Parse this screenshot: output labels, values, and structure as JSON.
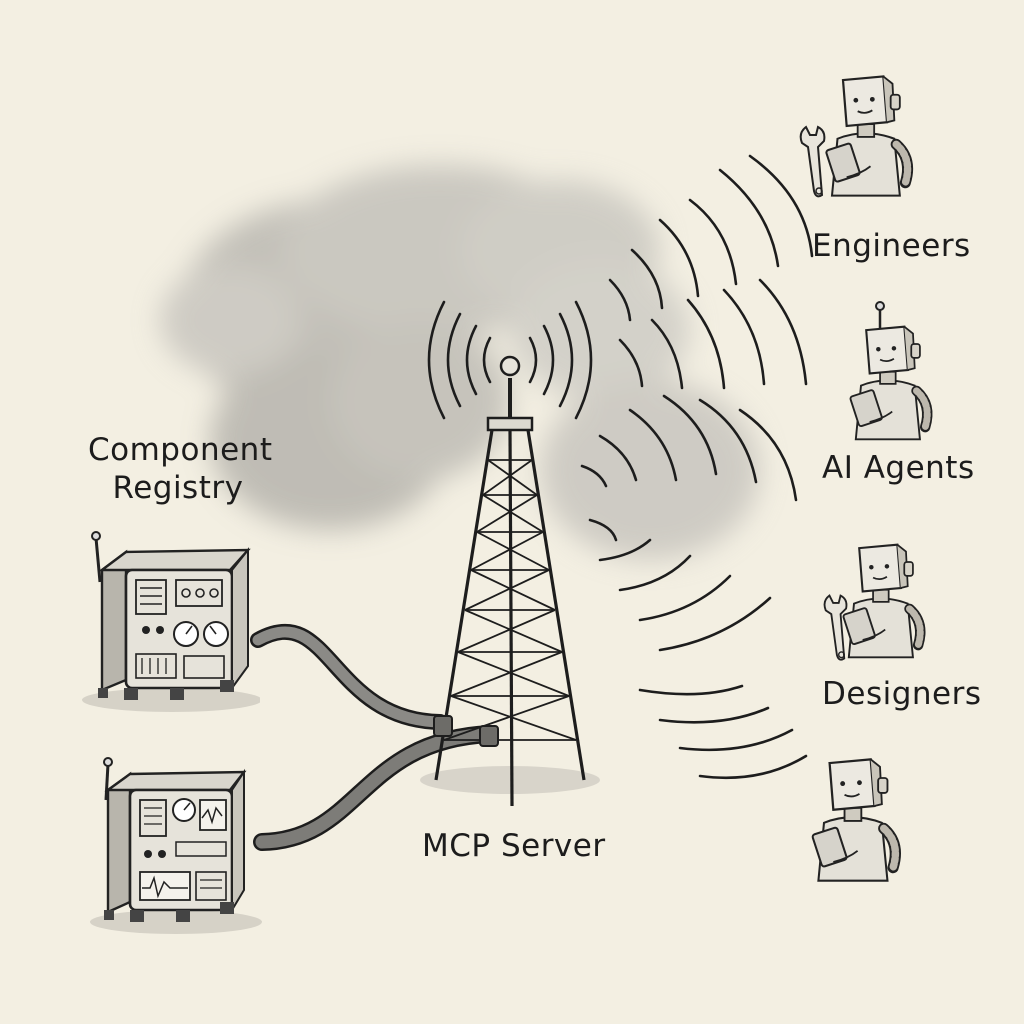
{
  "labels": {
    "registry_line1": "Component",
    "registry_line2": "Registry",
    "server": "MCP Server",
    "engineers": "Engineers",
    "ai_agents": "AI Agents",
    "designers": "Designers"
  },
  "icons": {
    "tower": "radio-tower-icon",
    "machine": "retro-server-machine-icon",
    "robot": "robot-character-icon",
    "cloud": "smoke-cloud-icon",
    "signal": "radio-wave-icon"
  },
  "colors": {
    "background": "#f3efe2",
    "ink": "#1c1c1c",
    "wash": "#9a9a9a"
  }
}
